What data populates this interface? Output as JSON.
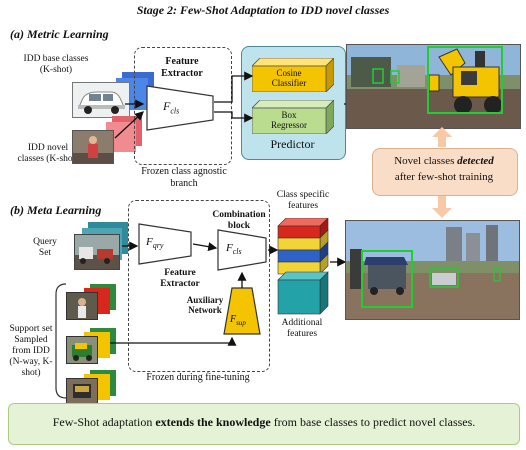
{
  "title": "Stage 2: Few-Shot Adaptation to IDD novel classes",
  "metric": {
    "heading": "(a) Metric Learning",
    "base_classes_label": "IDD base classes\n(K-shot)",
    "novel_classes_label": "IDD novel\nclasses (K-shot)",
    "feature_extractor_title": "Feature\nExtractor",
    "fcls_symbol": "F",
    "fcls_sub": "cls",
    "frozen_label": "Frozen class agnostic\nbranch",
    "cosine_label": "Cosine\nClassifier",
    "box_label": "Box\nRegressor",
    "predictor_label": "Predictor"
  },
  "novel_note": {
    "line1_pre": "Novel classes ",
    "line1_em": "detected",
    "line2": "after few-shot training"
  },
  "meta": {
    "heading": "(b) Meta Learning",
    "query_label": "Query\nSet",
    "support_label": "Support set\nSampled\nfrom IDD\n(N-way, K-\nshot)",
    "fqry_symbol": "F",
    "fqry_sub": "qry",
    "feature_extractor_label": "Feature\nExtractor",
    "combination_label": "Combination\nblock",
    "fcls_symbol": "F",
    "fcls_sub": "cls",
    "auxiliary_label": "Auxiliary\nNetwork",
    "fsup_symbol": "F",
    "fsup_sub": "sup",
    "class_specific_label": "Class specific\nfeatures",
    "additional_label": "Additional\nfeatures",
    "frozen_label": "Frozen during fine-tuning"
  },
  "caption": {
    "pre": "Few-Shot adaptation ",
    "bold": "extends the knowledge",
    "post": " from base classes to predict novel classes."
  },
  "colors": {
    "predictor_fill": "#bfe3ec",
    "cosine_fill": "#f5c400",
    "box_fill": "#b9dc8f",
    "support_fill": "#f5c400",
    "red": "#d8281e",
    "yellow": "#f3d437",
    "blue": "#2e62c7",
    "teal": "#23a3a8",
    "note_fill": "#f9ddc7",
    "caption_fill": "#e6f2d6",
    "detect_green": "#22cc33"
  },
  "icons": [
    "car-thumbnail",
    "person-thumbnail",
    "excavator-photo",
    "street-photo",
    "down-arrow-icon",
    "up-arrow-icon"
  ]
}
